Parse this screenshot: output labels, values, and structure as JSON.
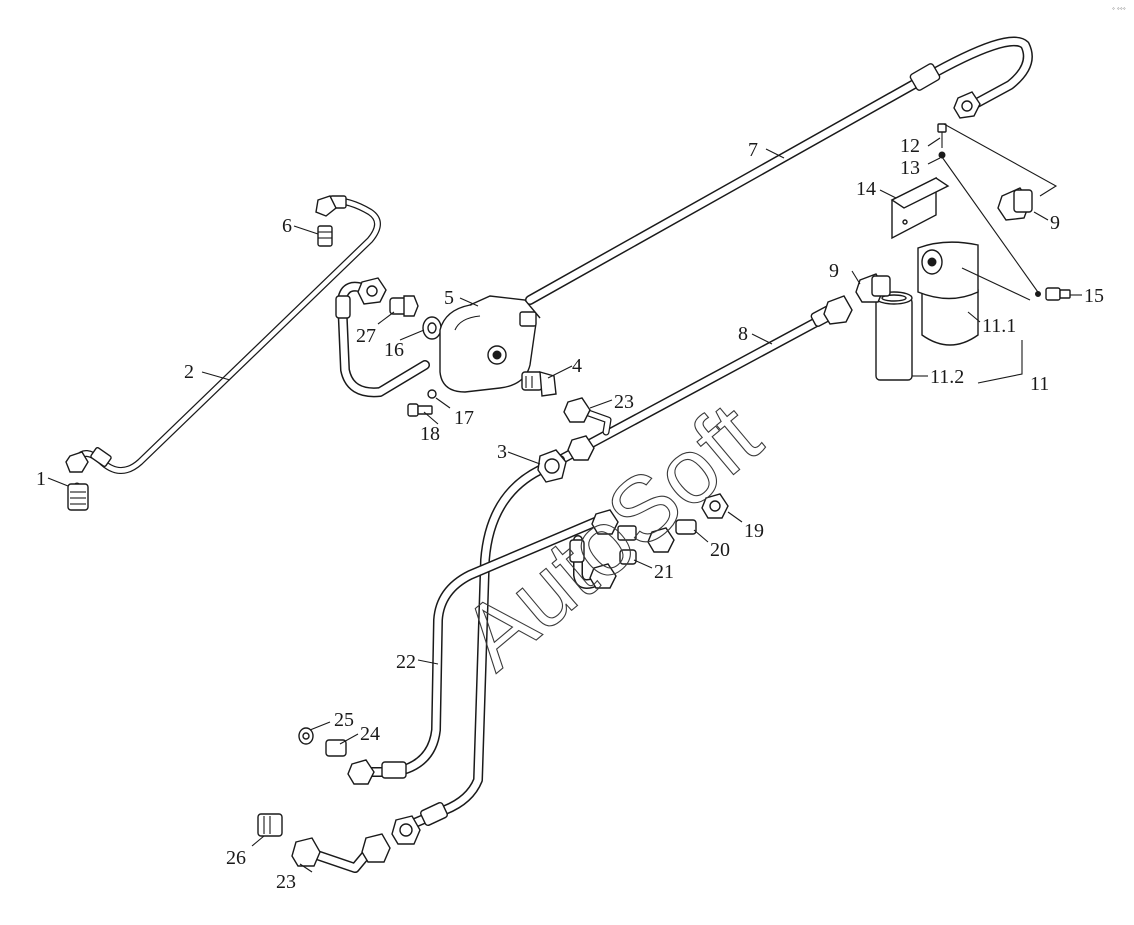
{
  "diagram": {
    "watermark": "AutoSoft",
    "corner_mark": "° °°°",
    "callouts": [
      {
        "id": "c1",
        "text": "1"
      },
      {
        "id": "c2",
        "text": "2"
      },
      {
        "id": "c3",
        "text": "3"
      },
      {
        "id": "c4",
        "text": "4"
      },
      {
        "id": "c5",
        "text": "5"
      },
      {
        "id": "c6",
        "text": "6"
      },
      {
        "id": "c7",
        "text": "7"
      },
      {
        "id": "c8",
        "text": "8"
      },
      {
        "id": "c9a",
        "text": "9"
      },
      {
        "id": "c9b",
        "text": "9"
      },
      {
        "id": "c11",
        "text": "11"
      },
      {
        "id": "c11_1",
        "text": "11.1"
      },
      {
        "id": "c11_2",
        "text": "11.2"
      },
      {
        "id": "c12",
        "text": "12"
      },
      {
        "id": "c13",
        "text": "13"
      },
      {
        "id": "c14",
        "text": "14"
      },
      {
        "id": "c15",
        "text": "15"
      },
      {
        "id": "c16",
        "text": "16"
      },
      {
        "id": "c17",
        "text": "17"
      },
      {
        "id": "c18",
        "text": "18"
      },
      {
        "id": "c19",
        "text": "19"
      },
      {
        "id": "c20",
        "text": "20"
      },
      {
        "id": "c21",
        "text": "21"
      },
      {
        "id": "c22",
        "text": "22"
      },
      {
        "id": "c23a",
        "text": "23"
      },
      {
        "id": "c23b",
        "text": "23"
      },
      {
        "id": "c24",
        "text": "24"
      },
      {
        "id": "c25",
        "text": "25"
      },
      {
        "id": "c26",
        "text": "26"
      },
      {
        "id": "c27",
        "text": "27"
      }
    ]
  }
}
